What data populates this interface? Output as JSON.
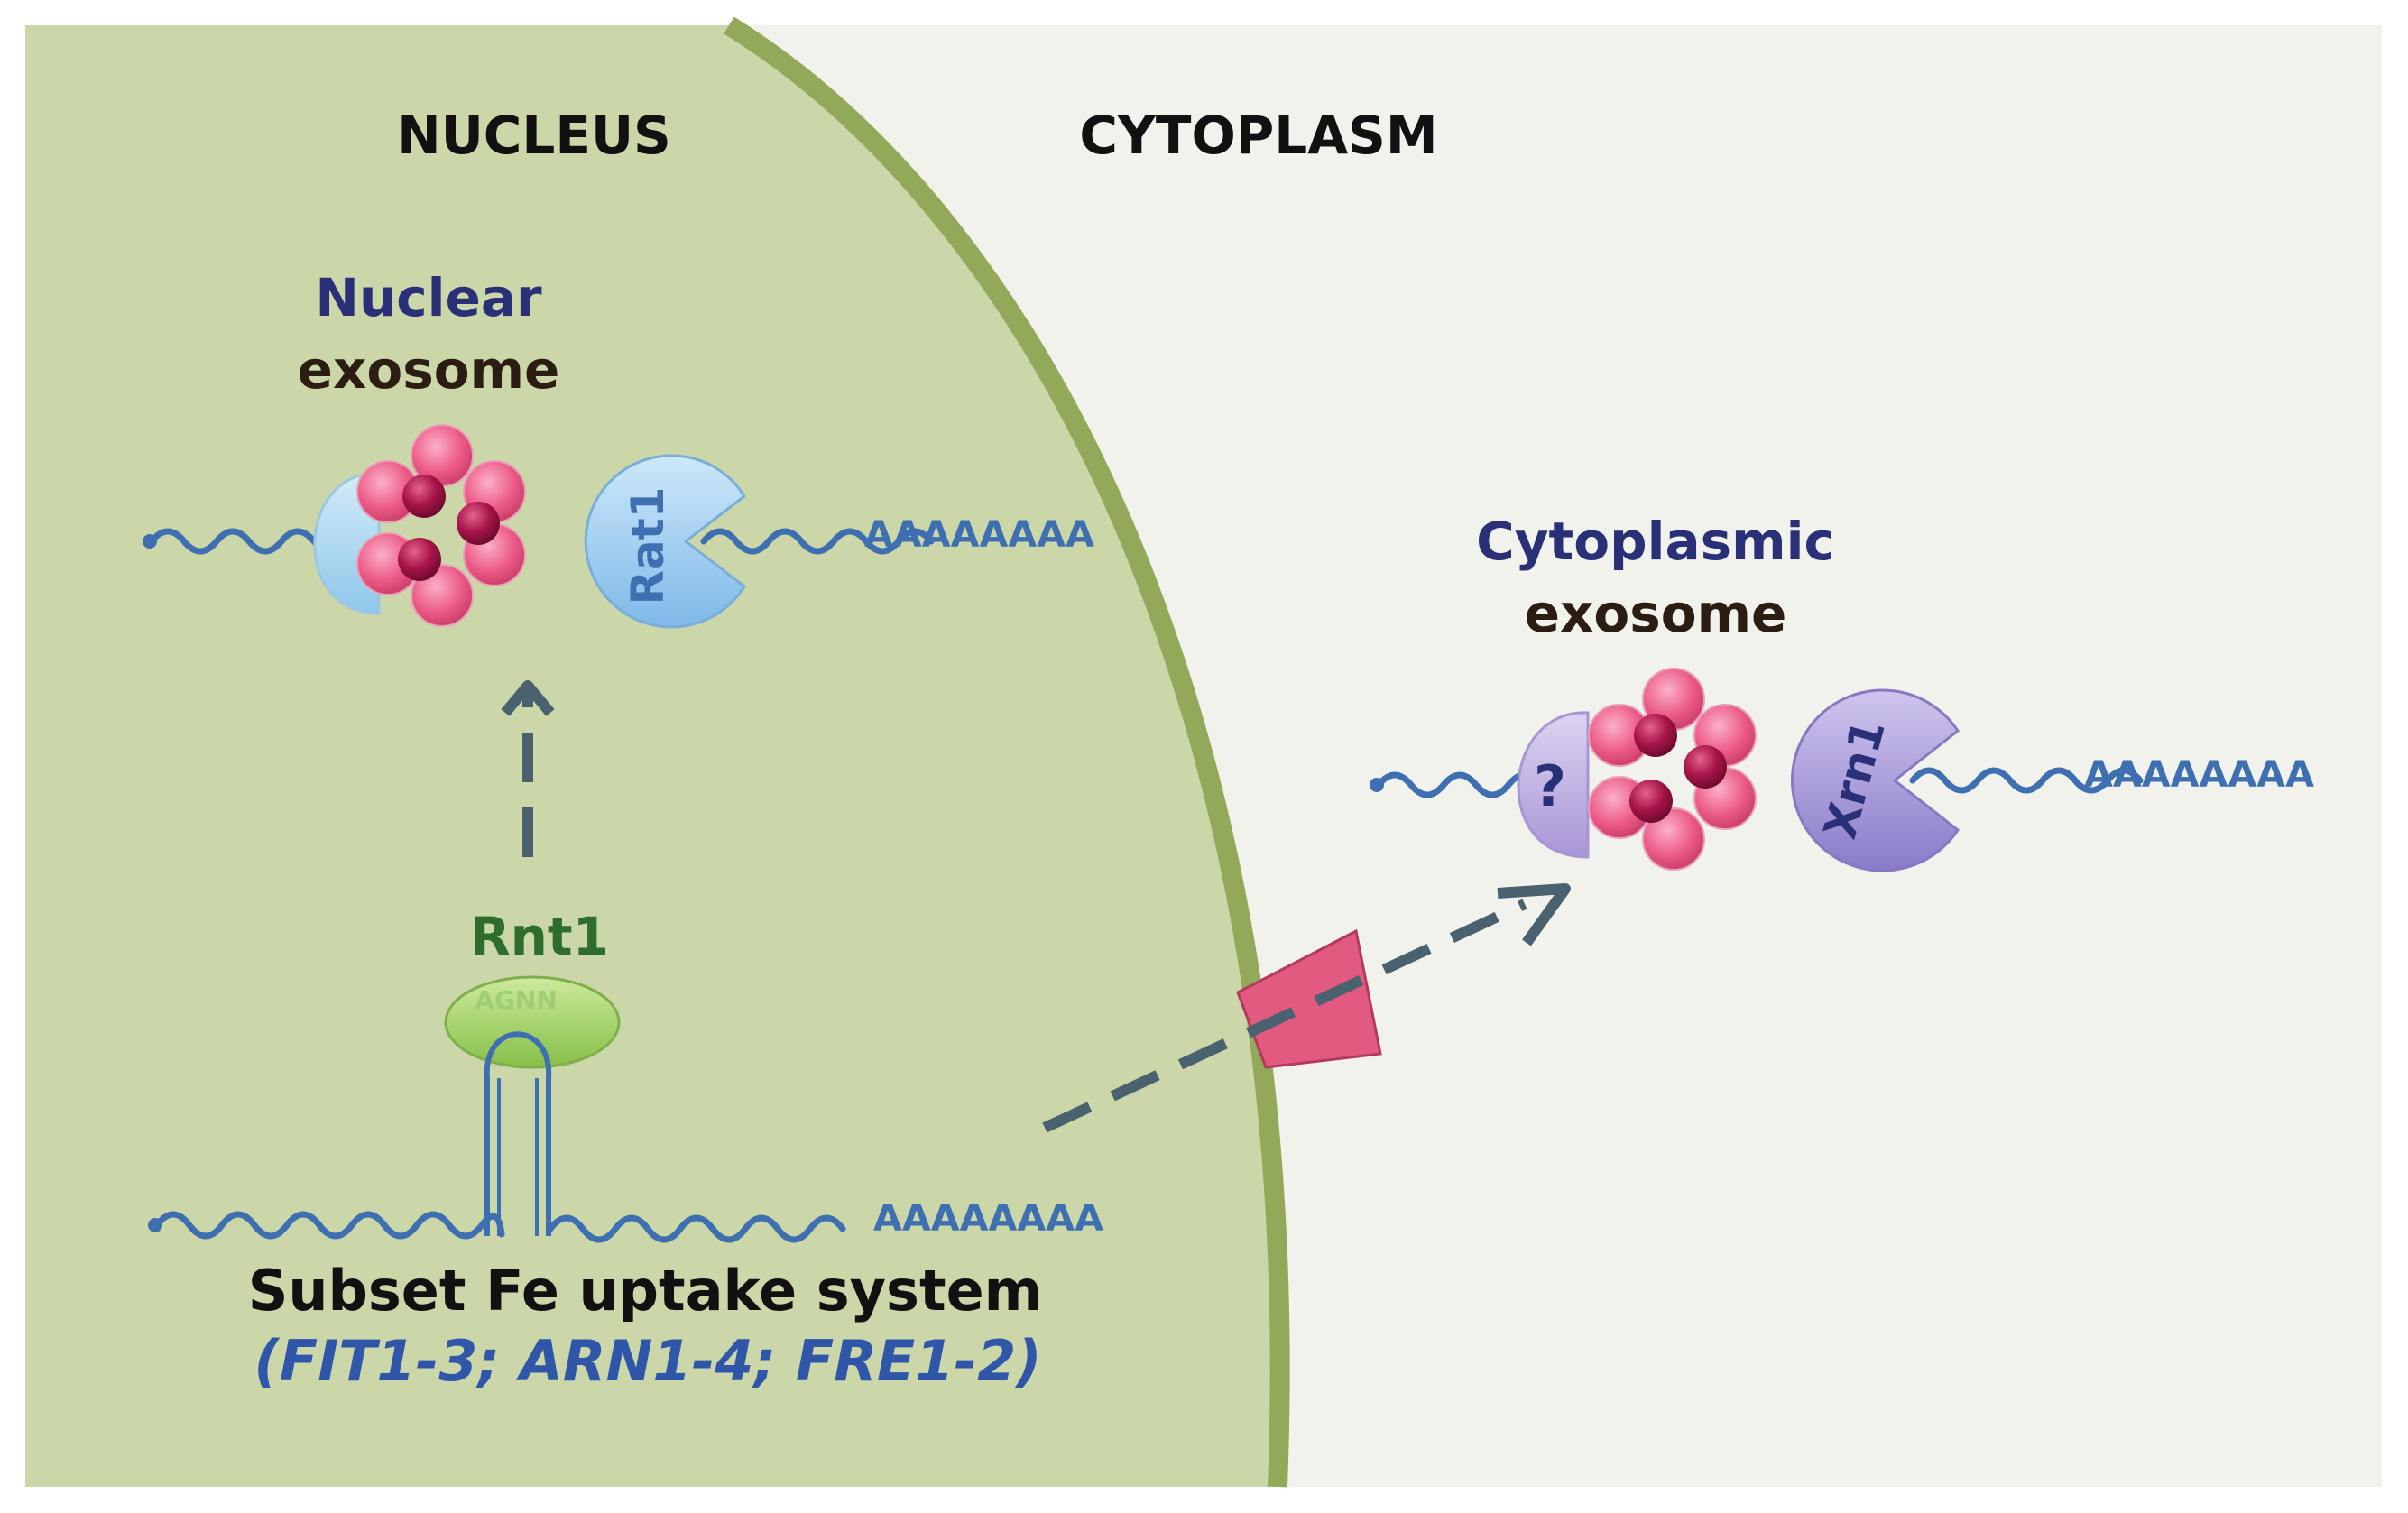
{
  "regions": {
    "nucleus": "NUCLEUS",
    "cytoplasm": "CYTOPLASM"
  },
  "nuclear_exosome": {
    "line1": "Nuclear",
    "line2": "exosome"
  },
  "cytoplasmic_exosome": {
    "line1": "Cytoplasmic",
    "line2": "exosome",
    "cofactor_label": "?"
  },
  "enzymes": {
    "rat1": "Rat1",
    "xrn1": "Xrn1",
    "rnt1": "Rnt1",
    "rnt1_motif": "AGNN"
  },
  "polya": "AAAAAAAA",
  "transcripts": {
    "title": "Subset Fe uptake system",
    "genes": "(FIT1-3; ARN1-4; FRE1-2)"
  },
  "colors": {
    "nucleus_fill": "#ccd7a9",
    "cytoplasm_fill": "#f2f2ec",
    "membrane": "#93a95a",
    "rna": "#3e6fb0",
    "exosome_pink": "#ec5b87",
    "exosome_core": "#a8154a",
    "nuclear_cap": "#aed7ef",
    "cytoplasmic_cap": "#c1b2e0",
    "rat1_fill": "#9fcdf0",
    "xrn1_fill": "#a79ad8",
    "rnt1_fill": "#a9d66a",
    "pore_fill": "#e35a80",
    "arrow": "#4a6270",
    "label_dark_blue": "#2a3078",
    "label_dark": "#2b1d12",
    "label_green": "#2f6d2a",
    "label_blue": "#2f56a8"
  }
}
